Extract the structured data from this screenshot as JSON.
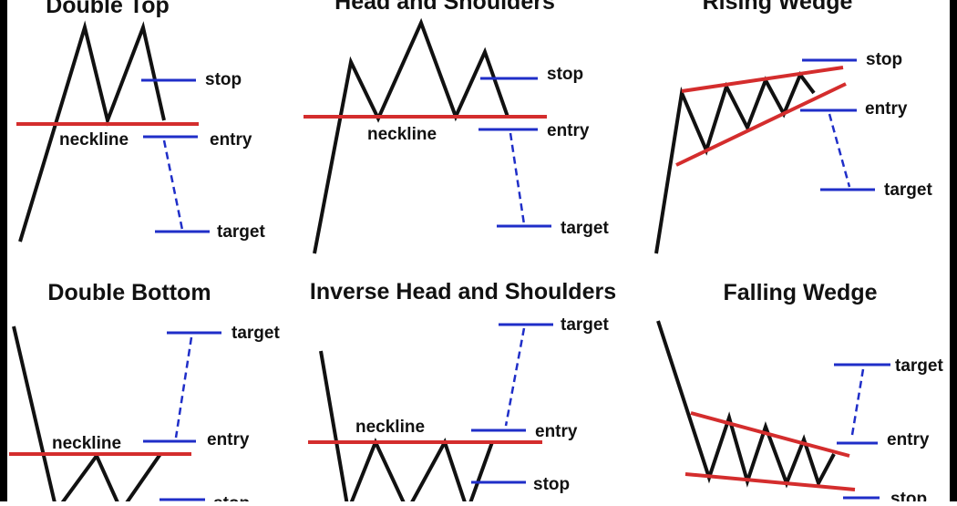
{
  "colors": {
    "price": "#111111",
    "neckline": "#d42d2d",
    "level": "#1f2ec8",
    "background": "#ffffff"
  },
  "panels": [
    {
      "title": "Double Top",
      "neckline_label": "neckline",
      "levels": [
        {
          "name": "stop",
          "label": "stop"
        },
        {
          "name": "entry",
          "label": "entry"
        },
        {
          "name": "target",
          "label": "target"
        }
      ]
    },
    {
      "title": "Head and Shoulders",
      "neckline_label": "neckline",
      "levels": [
        {
          "name": "stop",
          "label": "stop"
        },
        {
          "name": "entry",
          "label": "entry"
        },
        {
          "name": "target",
          "label": "target"
        }
      ]
    },
    {
      "title": "Rising Wedge",
      "neckline_label": "",
      "levels": [
        {
          "name": "stop",
          "label": "stop"
        },
        {
          "name": "entry",
          "label": "entry"
        },
        {
          "name": "target",
          "label": "target"
        }
      ]
    },
    {
      "title": "Double Bottom",
      "neckline_label": "neckline",
      "levels": [
        {
          "name": "target",
          "label": "target"
        },
        {
          "name": "entry",
          "label": "entry"
        },
        {
          "name": "stop",
          "label": "stop"
        }
      ]
    },
    {
      "title": "Inverse Head and Shoulders",
      "neckline_label": "neckline",
      "levels": [
        {
          "name": "target",
          "label": "target"
        },
        {
          "name": "entry",
          "label": "entry"
        },
        {
          "name": "stop",
          "label": "stop"
        }
      ]
    },
    {
      "title": "Falling Wedge",
      "neckline_label": "",
      "levels": [
        {
          "name": "target",
          "label": "target"
        },
        {
          "name": "entry",
          "label": "entry"
        },
        {
          "name": "stop",
          "label": "stop"
        }
      ]
    }
  ]
}
